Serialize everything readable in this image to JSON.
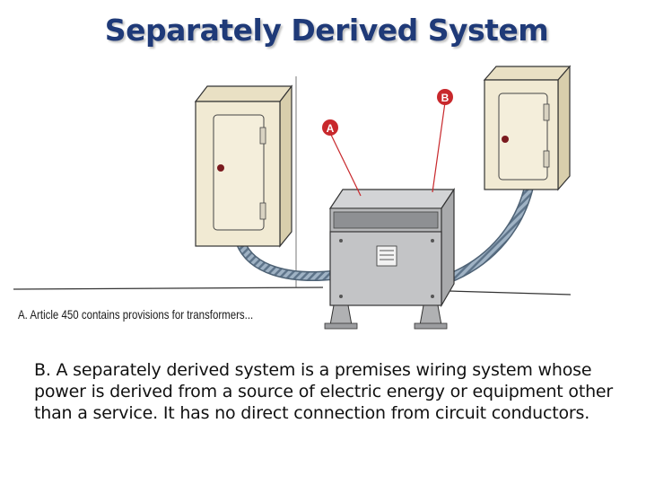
{
  "slide": {
    "title": "Separately Derived System",
    "caption_a": "A.  Article 450 contains provisions for transformers...",
    "description": "B.  A separately derived system is a premises wiring system whose power is derived from a source of electric energy or equipment other than a service.  It has no direct connection from circuit conductors."
  },
  "diagram": {
    "callouts": [
      {
        "label": "A"
      },
      {
        "label": "B"
      }
    ],
    "colors": {
      "callout": "#c8282c",
      "panel_face": "#f1ead3",
      "panel_side": "#d8ceac",
      "transformer": "#c3c4c6",
      "conduit": "#7d93a8"
    }
  }
}
